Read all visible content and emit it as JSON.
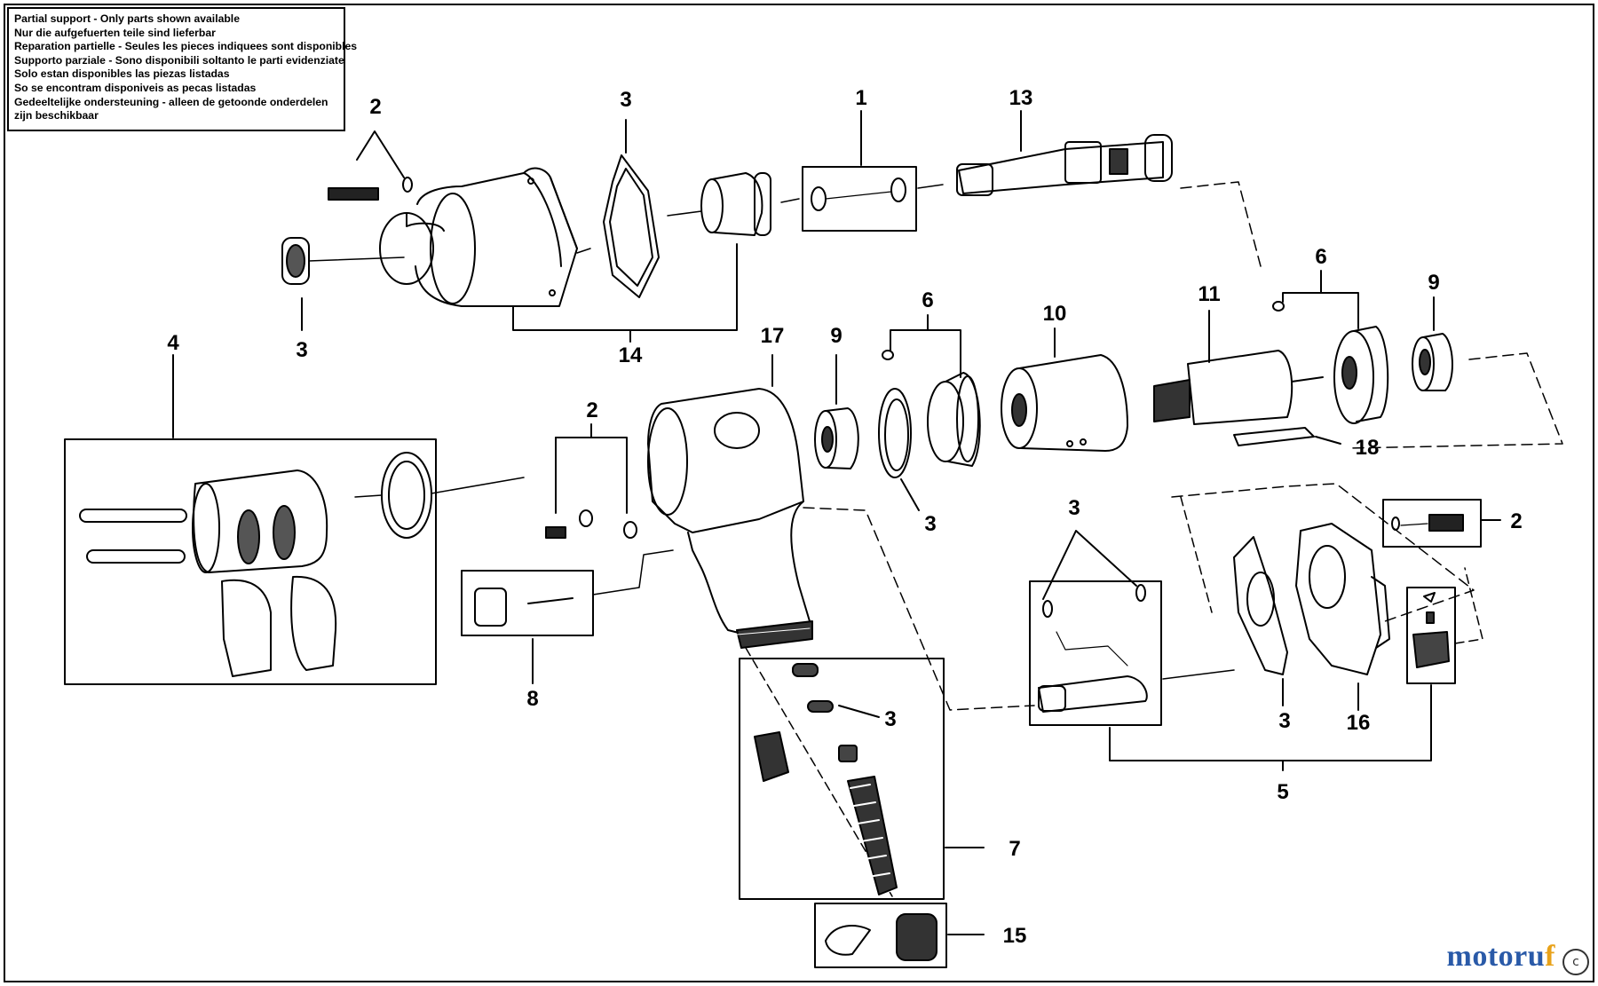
{
  "notice_lines": [
    "Partial support - Only parts shown available",
    "Nur die aufgefuerten teile sind lieferbar",
    "Reparation partielle - Seules les pieces indiquees sont disponibles",
    "Supporto parziale - Sono disponibili soltanto le parti evidenziate",
    "Solo estan disponibles las piezas listadas",
    "So se encontram disponiveis as pecas listadas",
    "Gedeeltelijke ondersteuning - alleen de getoonde onderdelen",
    "zijn beschikbaar"
  ],
  "brand": {
    "part1": "motoru",
    "part2": "f"
  },
  "corner_icon": "c-icon",
  "callouts": {
    "c2_top": "2",
    "c3_top_a": "3",
    "c1": "1",
    "c13": "13",
    "c3_left": "3",
    "c14": "14",
    "c6_mid": "6",
    "c10": "10",
    "c11": "11",
    "c6_right": "6",
    "c9_right": "9",
    "c4": "4",
    "c17": "17",
    "c9_mid": "9",
    "c2_mid": "2",
    "c18": "18",
    "c3_washer": "3",
    "c3_group": "3",
    "c2_right": "2",
    "c8": "8",
    "c3_valve": "3",
    "c7": "7",
    "c15": "15",
    "c3_gasket": "3",
    "c16": "16",
    "c5": "5"
  }
}
